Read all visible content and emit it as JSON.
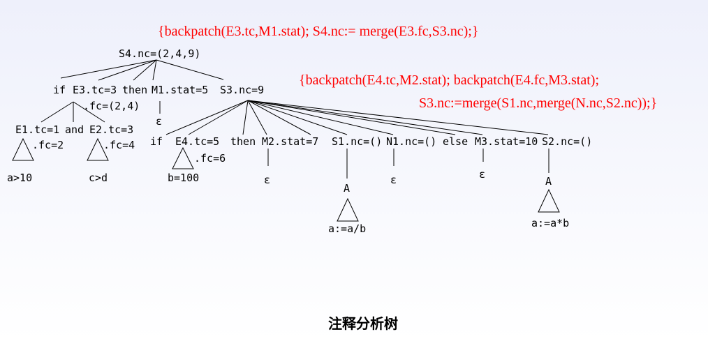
{
  "colors": {
    "action_text": "#ff0000",
    "tree_text": "#000000"
  },
  "actions": {
    "root_rule": "{backpatch(E3.tc,M1.stat); S4.nc:= merge(E3.fc,S3.nc);}",
    "s3_rule_line1": "{backpatch(E4.tc,M2.stat); backpatch(E4.fc,M3.stat);",
    "s3_rule_line2": "S3.nc:=merge(S1.nc,merge(N.nc,S2.nc));}"
  },
  "tree": {
    "root": "S4.nc=(2,4,9)",
    "level1": {
      "if": "if",
      "e3": "E3.tc=3",
      "e3_fc": ".fc=(2,4)",
      "then": "then",
      "m1": "M1.stat=5",
      "s3": "S3.nc=9"
    },
    "e3_children": {
      "e1": "E1.tc=1",
      "and": "and",
      "e2": "E2.tc=3",
      "e1_fc": ".fc=2",
      "e2_fc": ".fc=4",
      "e1_expr": "a>10",
      "e2_expr": "c>d"
    },
    "m1_child": "ε",
    "s3_children": {
      "if": "if",
      "e4": "E4.tc=5",
      "e4_fc": ".fc=6",
      "e4_expr": "b=100",
      "then": "then",
      "m2": "M2.stat=7",
      "m2_child": "ε",
      "s1": "S1.nc=()",
      "s1_child": "A",
      "s1_expr": "a:=a/b",
      "n": "N1.nc=()",
      "n_child": "ε",
      "else": "else",
      "m3": "M3.stat=10",
      "m3_child": "ε",
      "s2": "S2.nc=()",
      "s2_child": "A",
      "s2_expr": "a:=a*b"
    }
  },
  "caption": "注释分析树"
}
